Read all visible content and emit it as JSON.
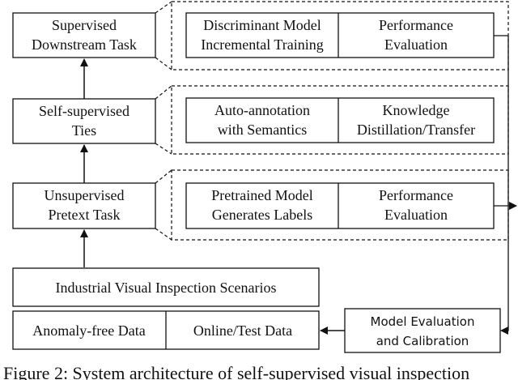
{
  "left_column": {
    "supervised": [
      "Supervised",
      "Downstream Task"
    ],
    "self_supervised": [
      "Self-supervised",
      "Ties"
    ],
    "unsupervised": [
      "Unsupervised",
      "Pretext Task"
    ]
  },
  "panels": {
    "top": {
      "left_cell": [
        "Discriminant Model",
        "Incremental Training"
      ],
      "right_cell": [
        "Performance",
        "Evaluation"
      ]
    },
    "middle": {
      "left_cell": [
        "Auto-annotation",
        "with Semantics"
      ],
      "right_cell": [
        "Knowledge",
        "Distillation/Transfer"
      ]
    },
    "bottom": {
      "left_cell": [
        "Pretrained Model",
        "Generates Labels"
      ],
      "right_cell": [
        "Performance",
        "Evaluation"
      ]
    }
  },
  "scenarios": "Industrial Visual Inspection Scenarios",
  "data_row": {
    "left_cell": "Anomaly-free Data",
    "right_cell": "Online/Test Data"
  },
  "model_eval": [
    "Model Evaluation",
    "and Calibration"
  ],
  "caption": "Figure 2: System architecture of self-supervised visual inspection"
}
